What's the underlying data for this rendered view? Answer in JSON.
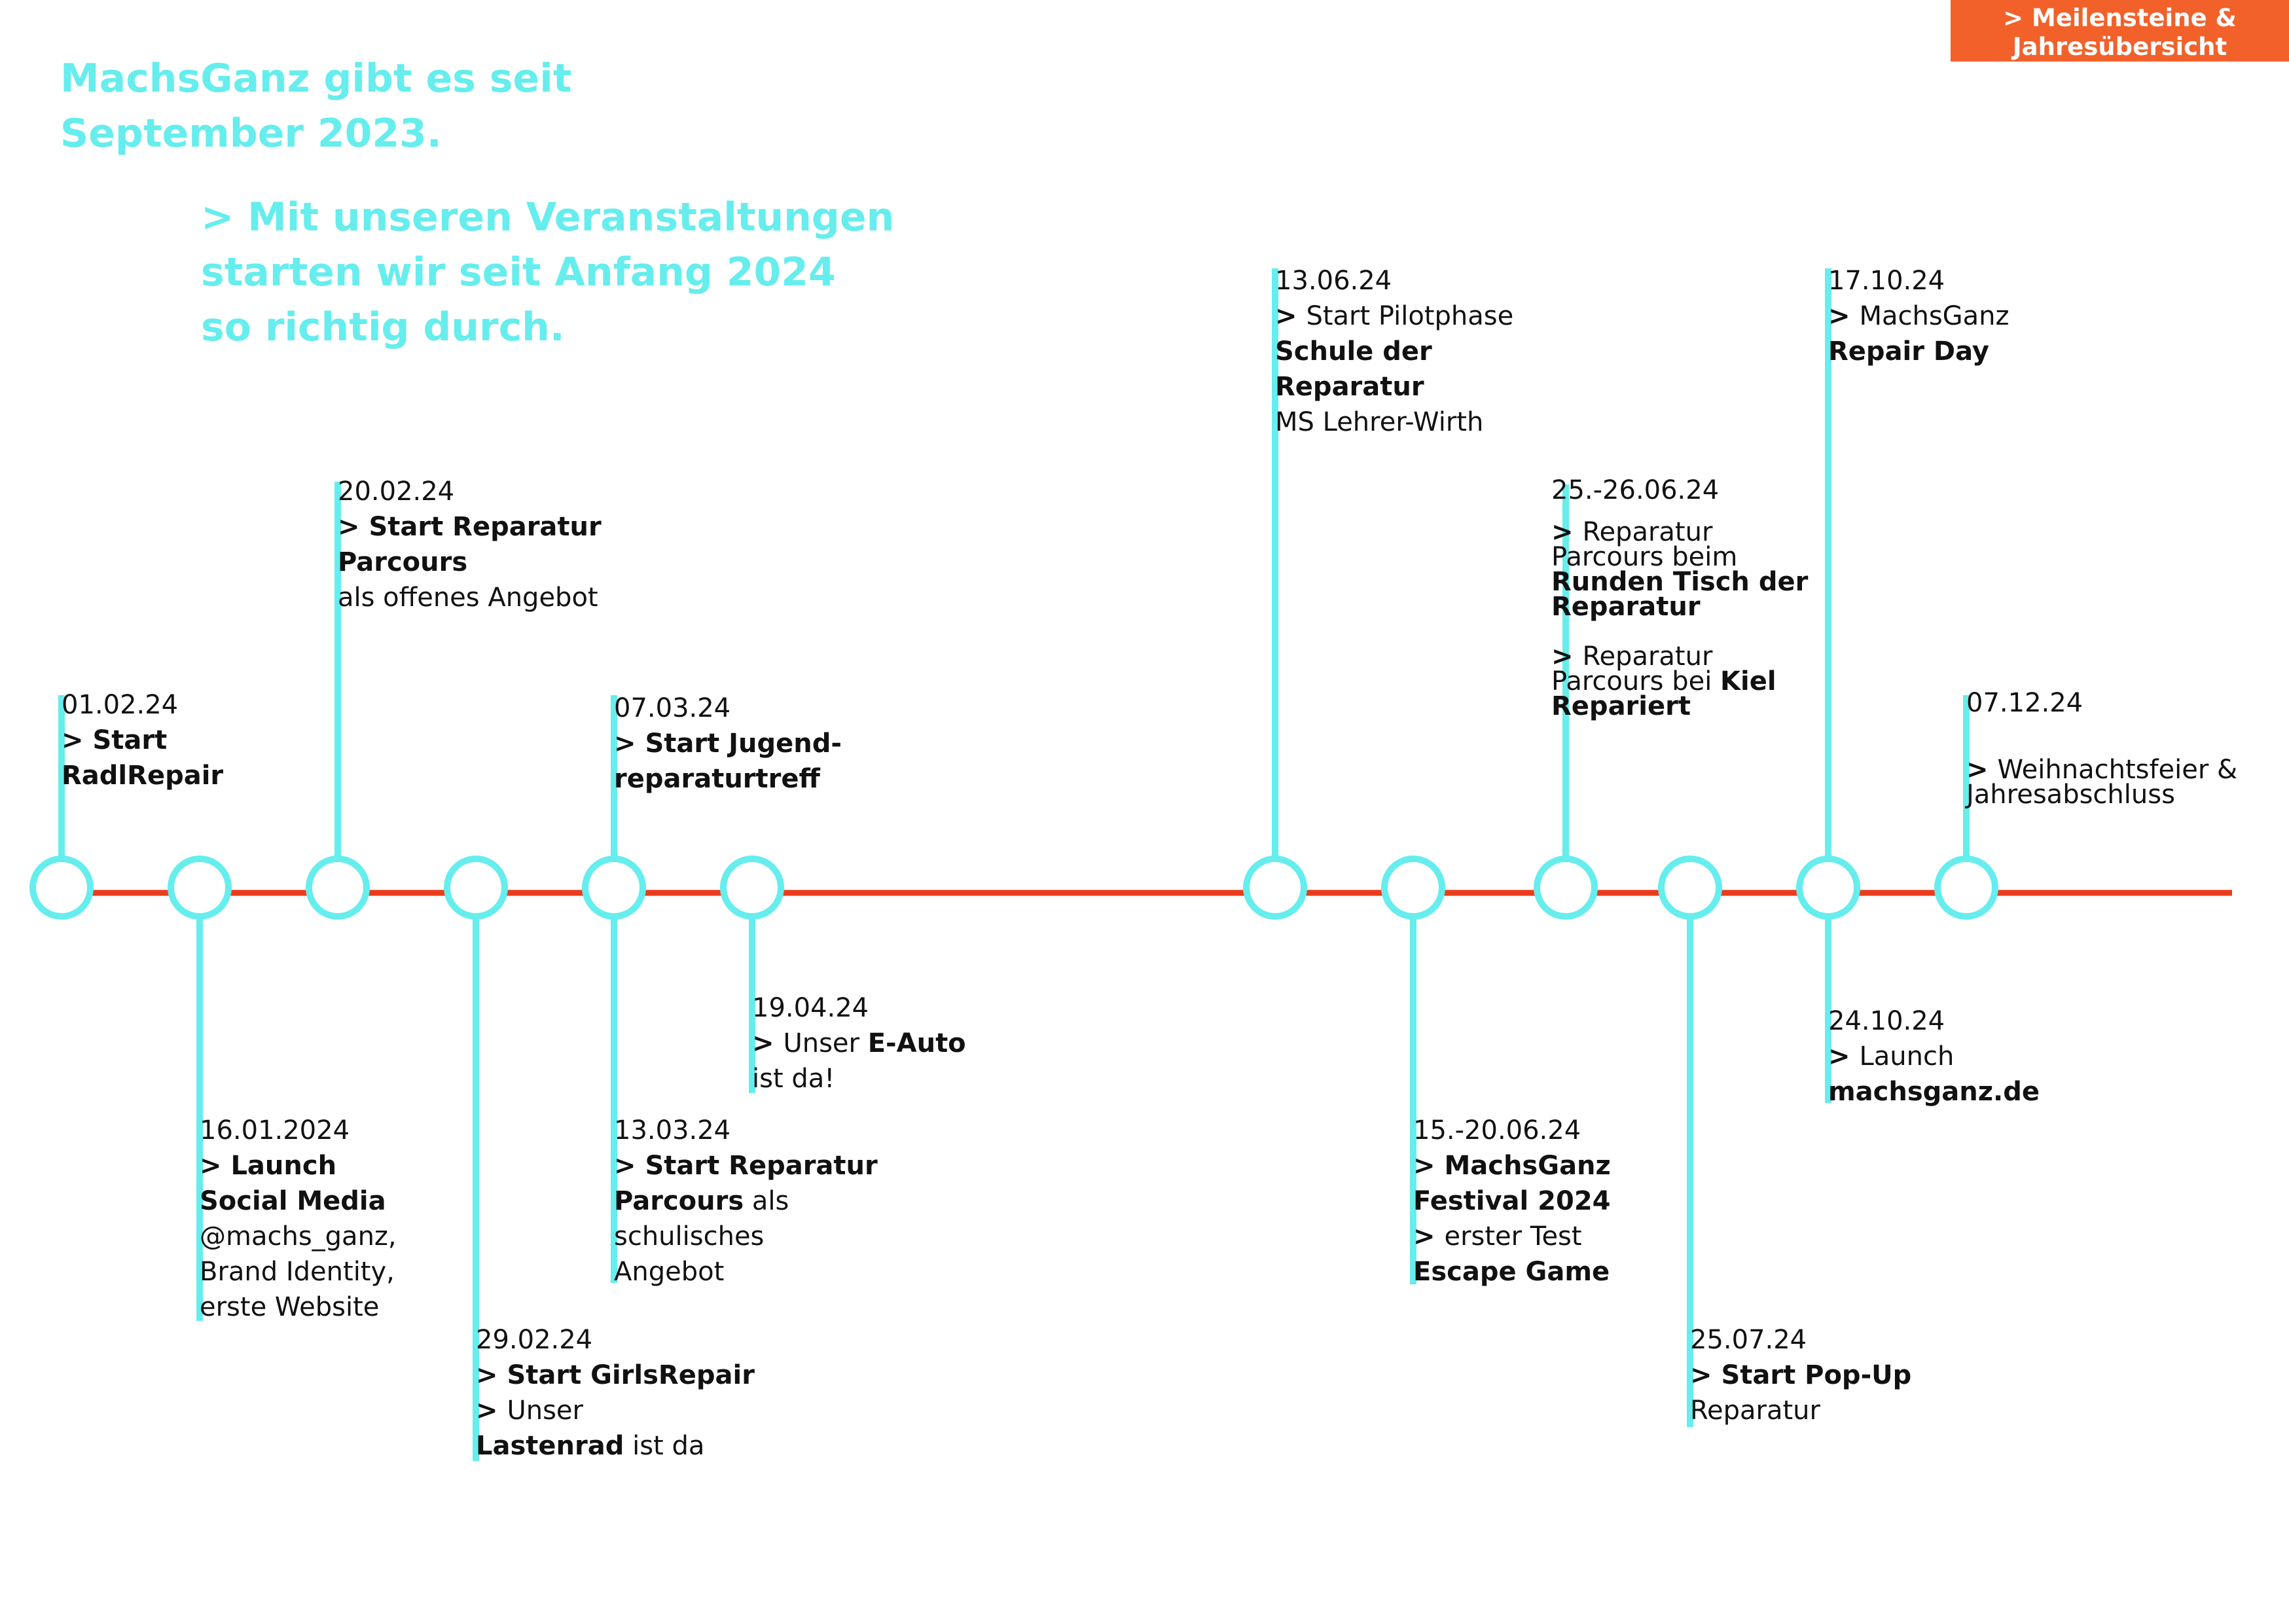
{
  "badge": {
    "line1": "> Meilensteine &",
    "line2": "Jahresübersicht"
  },
  "intro": {
    "line1": "MachsGanz gibt es seit",
    "line2": "September 2023."
  },
  "lead": {
    "line1": "> Mit unseren Veranstaltungen",
    "line2": "starten wir seit Anfang 2024",
    "line3": "so richtig durch."
  },
  "colors": {
    "accent": "#66eded",
    "timeline": "#ea3c1a",
    "badge": "#f2612a"
  },
  "events": [
    {
      "date": "01.02.24",
      "lines": [
        [
          {
            "t": "> ",
            "b": true
          },
          {
            "t": "Start",
            "b": true
          }
        ],
        [
          {
            "t": "RadlRepair",
            "b": true
          }
        ]
      ]
    },
    {
      "date": "16.01.2024",
      "lines": [
        [
          {
            "t": "> Launch",
            "b": true
          }
        ],
        [
          {
            "t": "Social Media",
            "b": true
          }
        ],
        [
          {
            "t": "@machs_ganz,",
            "b": false
          }
        ],
        [
          {
            "t": "Brand Identity,",
            "b": false
          }
        ],
        [
          {
            "t": "erste Website",
            "b": false
          }
        ]
      ]
    },
    {
      "date": "20.02.24",
      "lines": [
        [
          {
            "t": "> Start Reparatur",
            "b": true
          }
        ],
        [
          {
            "t": "Parcours",
            "b": true
          }
        ],
        [
          {
            "t": "als offenes Angebot",
            "b": false
          }
        ]
      ]
    },
    {
      "date": "29.02.24",
      "lines": [
        [
          {
            "t": "> Start GirlsRepair",
            "b": true
          }
        ],
        [
          {
            "t": "> ",
            "b": true
          },
          {
            "t": "Unser",
            "b": false
          }
        ],
        [
          {
            "t": "Lastenrad",
            "b": true
          },
          {
            "t": " ist da",
            "b": false
          }
        ]
      ]
    },
    {
      "date": "07.03.24",
      "lines": [
        [
          {
            "t": "> Start  Jugend-",
            "b": true
          }
        ],
        [
          {
            "t": "reparaturtreff",
            "b": true
          }
        ]
      ]
    },
    {
      "date": "13.03.24",
      "lines": [
        [
          {
            "t": "> Start Reparatur",
            "b": true
          }
        ],
        [
          {
            "t": "Parcours",
            "b": true
          },
          {
            "t": " als",
            "b": false
          }
        ],
        [
          {
            "t": "schulisches",
            "b": false
          }
        ],
        [
          {
            "t": "Angebot",
            "b": false
          }
        ]
      ]
    },
    {
      "date": "19.04.24",
      "lines": [
        [
          {
            "t": "> ",
            "b": true
          },
          {
            "t": "Unser ",
            "b": false
          },
          {
            "t": "E-Auto",
            "b": true
          }
        ],
        [
          {
            "t": "ist da!",
            "b": false
          }
        ]
      ]
    },
    {
      "date": "13.06.24",
      "lines": [
        [
          {
            "t": "> ",
            "b": true
          },
          {
            "t": "Start Pilotphase",
            "b": false
          }
        ],
        [
          {
            "t": "Schule der",
            "b": true
          }
        ],
        [
          {
            "t": "Reparatur",
            "b": true
          }
        ],
        [
          {
            "t": "MS Lehrer-Wirth",
            "b": false
          }
        ]
      ]
    },
    {
      "date": "15.-20.06.24",
      "lines": [
        [
          {
            "t": "> MachsGanz",
            "b": true
          }
        ],
        [
          {
            "t": "Festival 2024",
            "b": true
          }
        ],
        [
          {
            "t": "> ",
            "b": true
          },
          {
            "t": "erster Test",
            "b": false
          }
        ],
        [
          {
            "t": "Escape Game",
            "b": true
          }
        ]
      ]
    },
    {
      "date": "25.-26.06.24",
      "lines": [
        [
          {
            "t": "> ",
            "b": true
          },
          {
            "t": "Reparatur",
            "b": false
          }
        ],
        [
          {
            "t": "Parcours beim",
            "b": false
          }
        ],
        [
          {
            "t": "Runden Tisch der",
            "b": true
          }
        ],
        [
          {
            "t": "Reparatur",
            "b": true
          }
        ],
        [
          {
            "t": " ",
            "b": false
          }
        ],
        [
          {
            "t": "> ",
            "b": true
          },
          {
            "t": "Reparatur",
            "b": false
          }
        ],
        [
          {
            "t": "Parcours bei ",
            "b": false
          },
          {
            "t": "Kiel",
            "b": true
          }
        ],
        [
          {
            "t": "Repariert",
            "b": true
          }
        ]
      ]
    },
    {
      "date": "25.07.24",
      "lines": [
        [
          {
            "t": "> Start Pop-Up",
            "b": true
          }
        ],
        [
          {
            "t": "Reparatur",
            "b": false
          }
        ]
      ]
    },
    {
      "date": "17.10.24",
      "lines": [
        [
          {
            "t": "> ",
            "b": true
          },
          {
            "t": "MachsGanz",
            "b": false
          }
        ],
        [
          {
            "t": "Repair Day",
            "b": true
          }
        ]
      ]
    },
    {
      "date": "24.10.24",
      "lines": [
        [
          {
            "t": "> ",
            "b": true
          },
          {
            "t": "Launch",
            "b": false
          }
        ],
        [
          {
            "t": " machsganz.de",
            "b": true
          }
        ]
      ]
    },
    {
      "date": "07.12.24",
      "lines": [
        [
          {
            "t": " ",
            "b": false
          }
        ],
        [
          {
            "t": "> ",
            "b": true
          },
          {
            "t": "Weihnachtsfeier &",
            "b": false
          }
        ],
        [
          {
            "t": "Jahresabschluss",
            "b": false
          }
        ]
      ]
    }
  ]
}
